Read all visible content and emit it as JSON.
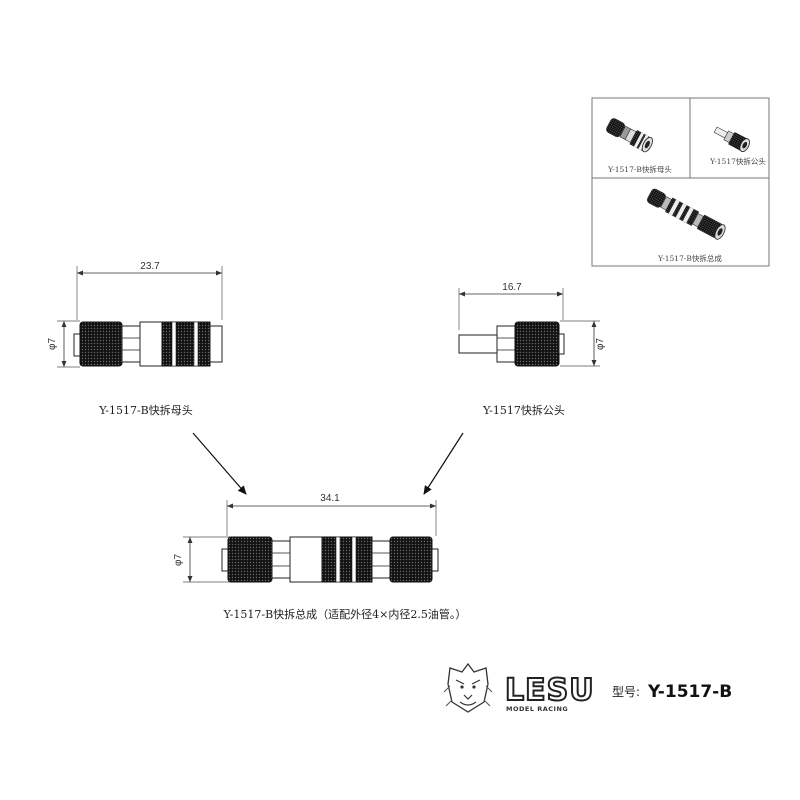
{
  "inset": {
    "female_label": "Y-1517-B快拆母头",
    "male_label": "Y-1517快拆公头",
    "assembly_label": "Y-1517-B快拆总成"
  },
  "female": {
    "length": "23.7",
    "diameter": "φ7",
    "caption": "Y-1517-B快拆母头"
  },
  "male": {
    "length": "16.7",
    "diameter": "φ7",
    "caption": "Y-1517快拆公头"
  },
  "assembly": {
    "length": "34.1",
    "diameter": "φ7",
    "caption": "Y-1517-B快拆总成（适配外径4×内径2.5油管。）"
  },
  "brand": {
    "name": "LESU",
    "subtitle": "MODEL RACING",
    "model_prefix": "型号:",
    "model_number": "Y-1517-B"
  }
}
